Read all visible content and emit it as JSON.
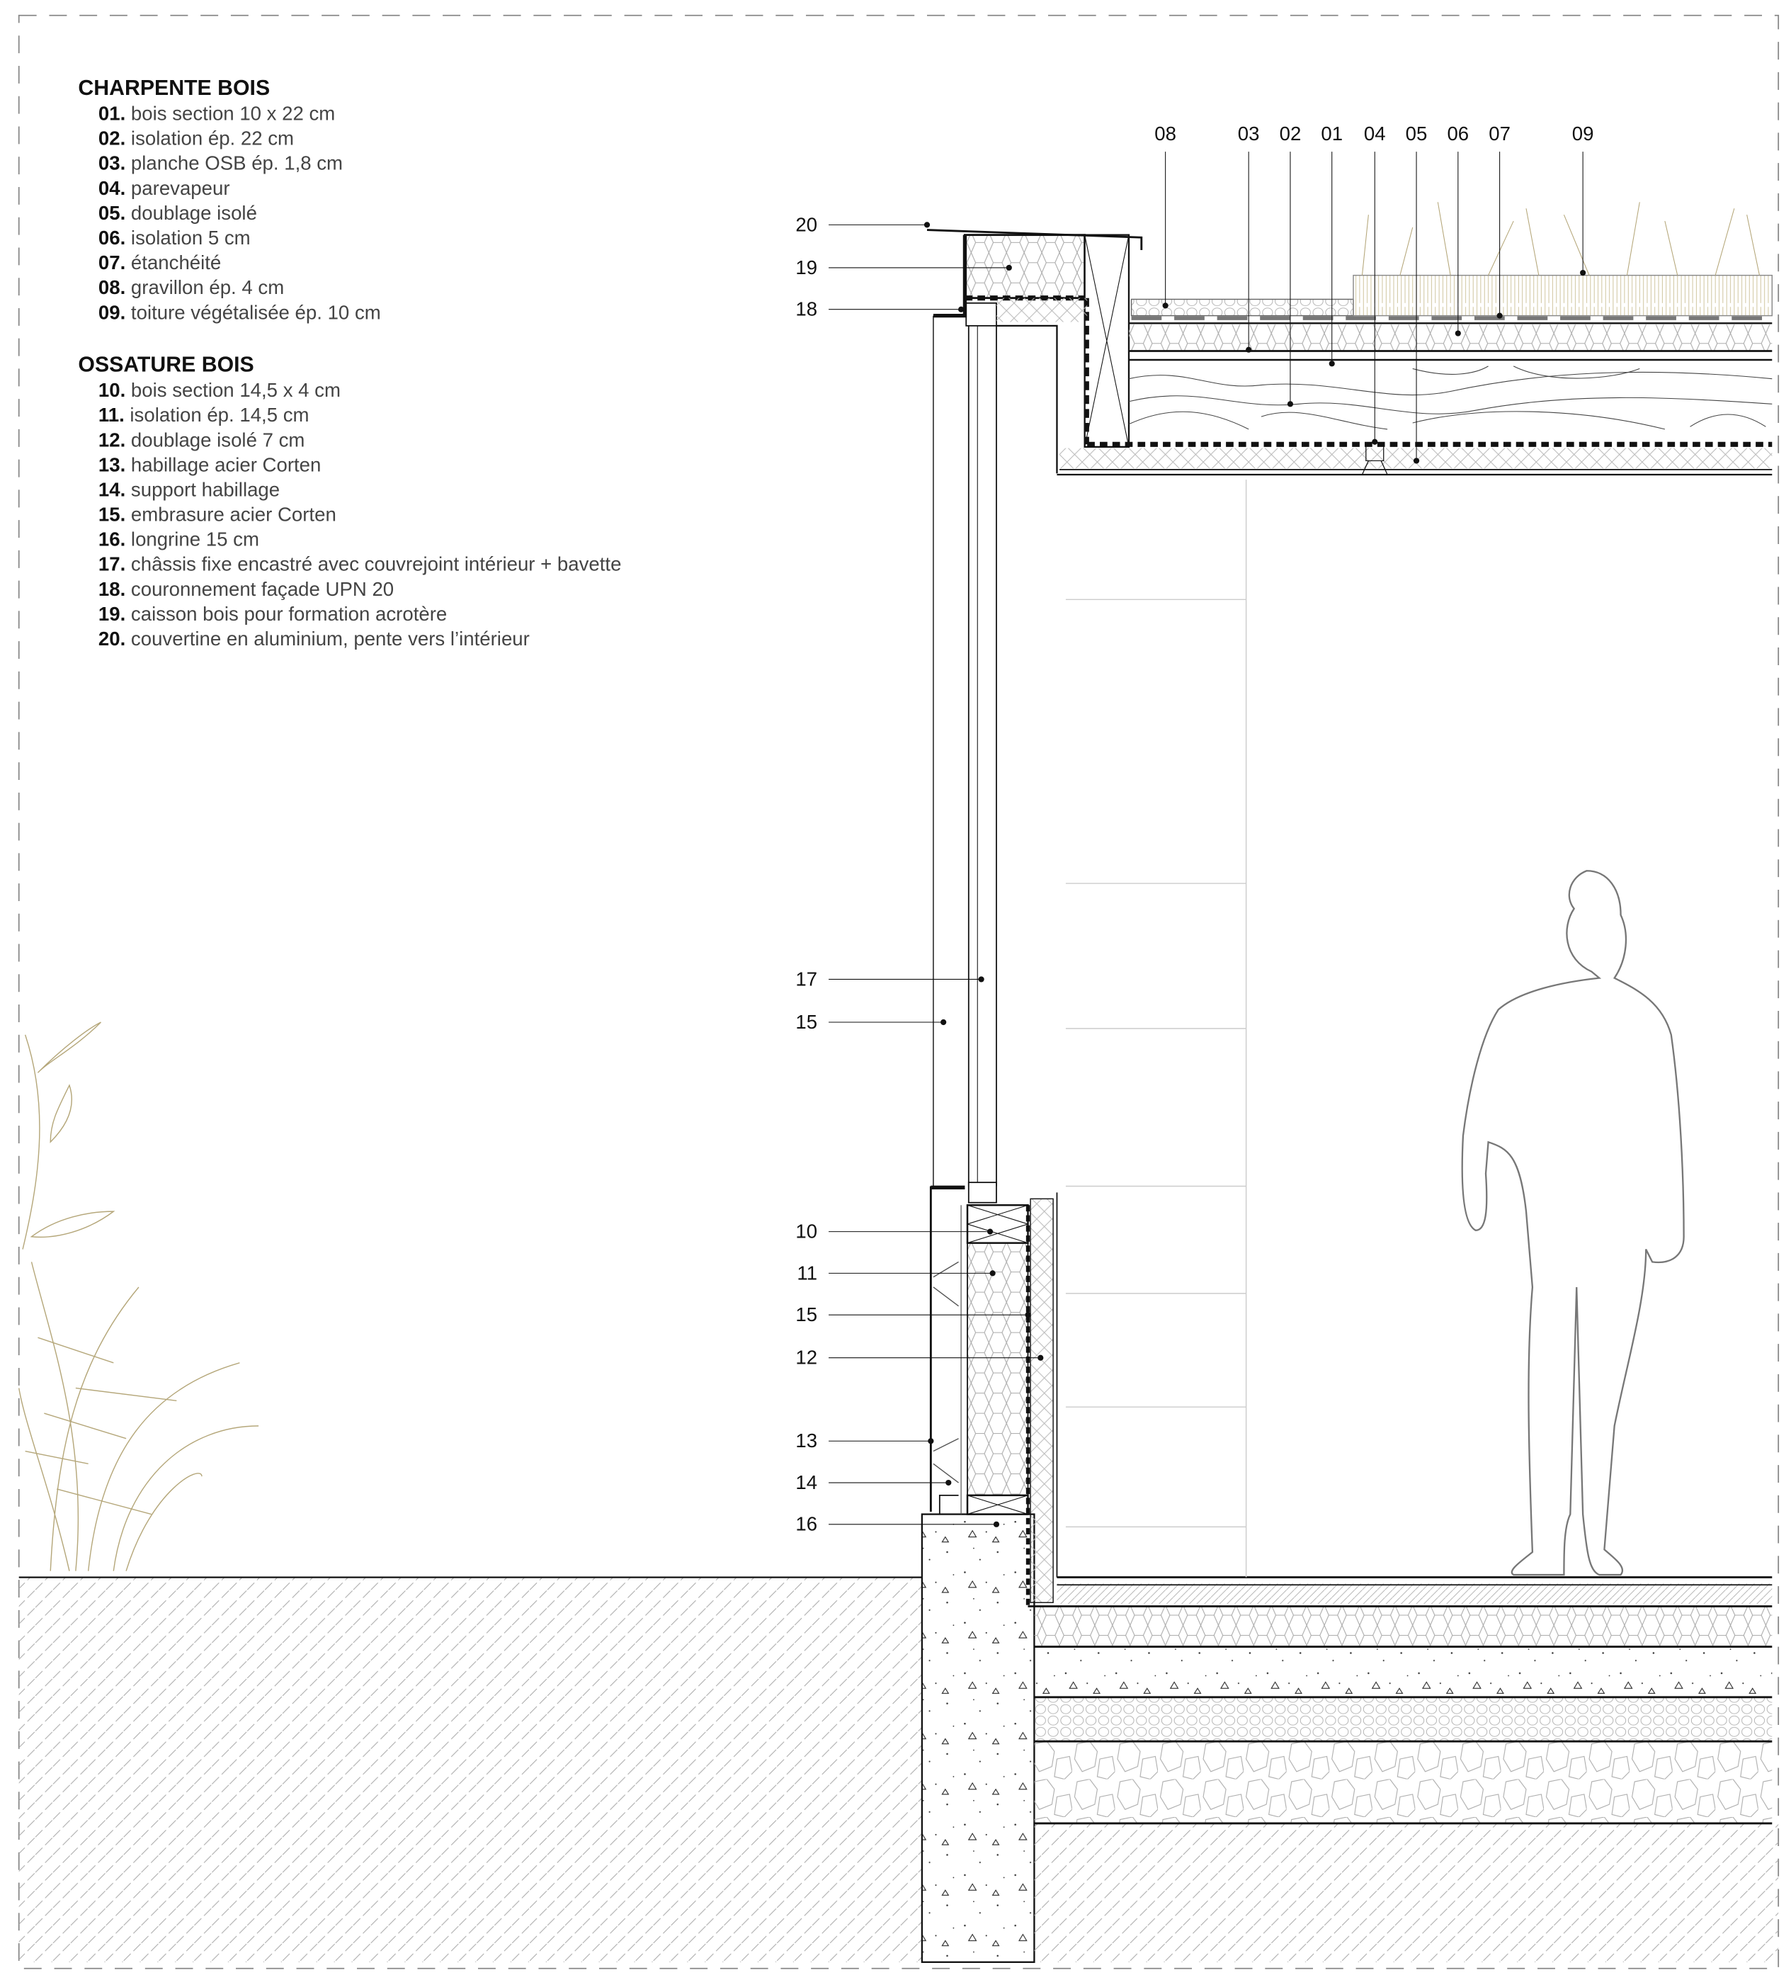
{
  "legend": {
    "sections": [
      {
        "title": "CHARPENTE BOIS",
        "items": [
          {
            "num": "01.",
            "text": "bois section 10 x 22 cm"
          },
          {
            "num": "02.",
            "text": "isolation ép. 22 cm"
          },
          {
            "num": "03.",
            "text": "planche OSB ép. 1,8 cm"
          },
          {
            "num": "04.",
            "text": "parevapeur"
          },
          {
            "num": "05.",
            "text": "doublage isolé"
          },
          {
            "num": "06.",
            "text": "isolation 5 cm"
          },
          {
            "num": "07.",
            "text": "étanchéité"
          },
          {
            "num": "08.",
            "text": "gravillon ép. 4 cm"
          },
          {
            "num": "09.",
            "text": "toiture végétalisée ép. 10 cm"
          }
        ]
      },
      {
        "title": "OSSATURE BOIS",
        "items": [
          {
            "num": "10.",
            "text": "bois section 14,5 x 4 cm"
          },
          {
            "num": "11.",
            "text": "isolation ép. 14,5 cm"
          },
          {
            "num": "12.",
            "text": "doublage isolé 7 cm"
          },
          {
            "num": "13.",
            "text": "habillage acier Corten"
          },
          {
            "num": "14.",
            "text": "support habillage"
          },
          {
            "num": "15.",
            "text": "embrasure acier Corten"
          },
          {
            "num": "16.",
            "text": "longrine 15 cm"
          },
          {
            "num": "17.",
            "text": "châssis fixe encastré avec couvrejoint intérieur + bavette"
          },
          {
            "num": "18.",
            "text": "couronnement façade UPN 20"
          },
          {
            "num": "19.",
            "text": "caisson bois pour formation acrotère"
          },
          {
            "num": "20.",
            "text": "couvertine en aluminium, pente vers l’intérieur"
          }
        ]
      }
    ]
  },
  "callouts_top": [
    "08",
    "03",
    "02",
    "01",
    "04",
    "05",
    "06",
    "07",
    "09"
  ],
  "callouts_left": [
    "20",
    "19",
    "18",
    "17",
    "15",
    "10",
    "11",
    "15",
    "12",
    "13",
    "14",
    "16"
  ],
  "colors": {
    "line": "#111111",
    "hatch": "#9a9a9a",
    "vegetation": "#b5a77a"
  }
}
